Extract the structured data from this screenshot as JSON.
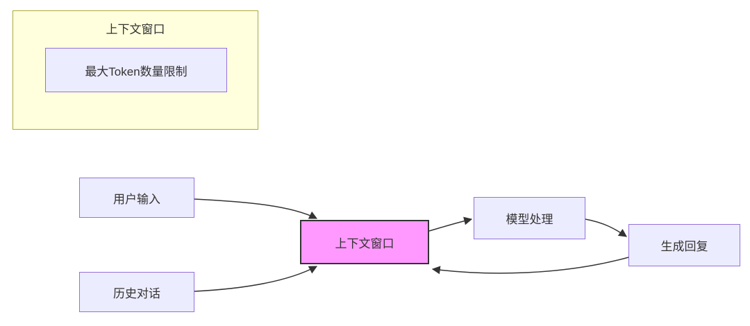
{
  "diagram": {
    "subgraph": {
      "title": "上下文窗口",
      "node_max_token": "最大Token数量限制"
    },
    "flow": {
      "user_input": "用户输入",
      "history_dialog": "历史对话",
      "context_window": "上下文窗口",
      "model_process": "模型处理",
      "generate_reply": "生成回复"
    },
    "edges": [
      {
        "from": "user_input",
        "to": "context_window"
      },
      {
        "from": "history_dialog",
        "to": "context_window"
      },
      {
        "from": "context_window",
        "to": "model_process"
      },
      {
        "from": "model_process",
        "to": "generate_reply"
      },
      {
        "from": "generate_reply",
        "to": "context_window"
      }
    ],
    "colors": {
      "subgraph_fill": "#ffffde",
      "subgraph_border": "#aaaa33",
      "node_fill": "#ececff",
      "node_border": "#9370db",
      "highlight_fill": "#ff99ff",
      "highlight_border": "#333333",
      "edge": "#333333",
      "text": "#333333"
    }
  }
}
